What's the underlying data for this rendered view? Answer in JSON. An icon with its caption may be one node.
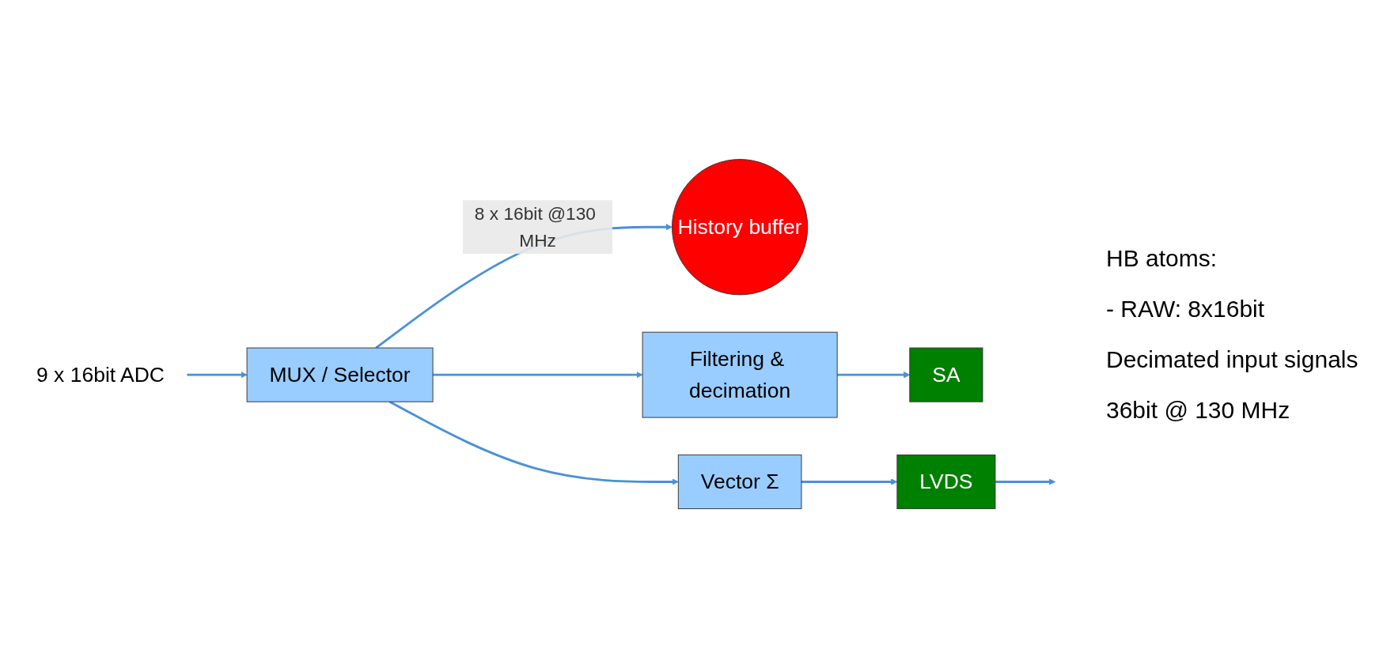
{
  "diagram": {
    "nodes": [
      {
        "text": [
          "9 x 16bit ADC"
        ]
      },
      {
        "text": [
          "MUX / Selector"
        ]
      },
      {
        "text": [
          "History buffer"
        ]
      },
      {
        "text": [
          "Filtering & decimation"
        ]
      },
      {
        "text": [
          "SA"
        ]
      },
      {
        "text": [
          "Vector Σ"
        ]
      },
      {
        "text": [
          "LVDS"
        ]
      }
    ],
    "edges": [
      {
        "from": 0,
        "to": 1,
        "arrow": "to"
      },
      {
        "from": 1,
        "to": 2,
        "arrow": "to",
        "label": "8 x 16bit @130 MHz"
      },
      {
        "from": 1,
        "to": 3,
        "arrow": "to"
      },
      {
        "from": 1,
        "to": 5,
        "arrow": "to"
      },
      {
        "from": 3,
        "to": 4,
        "arrow": "to"
      },
      {
        "from": 5,
        "to": 6,
        "arrow": "to"
      },
      {
        "from": 6,
        "to": null,
        "arrow": "to"
      }
    ],
    "labels": [
      "HB atoms:",
      "- RAW: 8x16bit",
      "Decimated input signals",
      "36bit @ 130 MHz"
    ]
  }
}
